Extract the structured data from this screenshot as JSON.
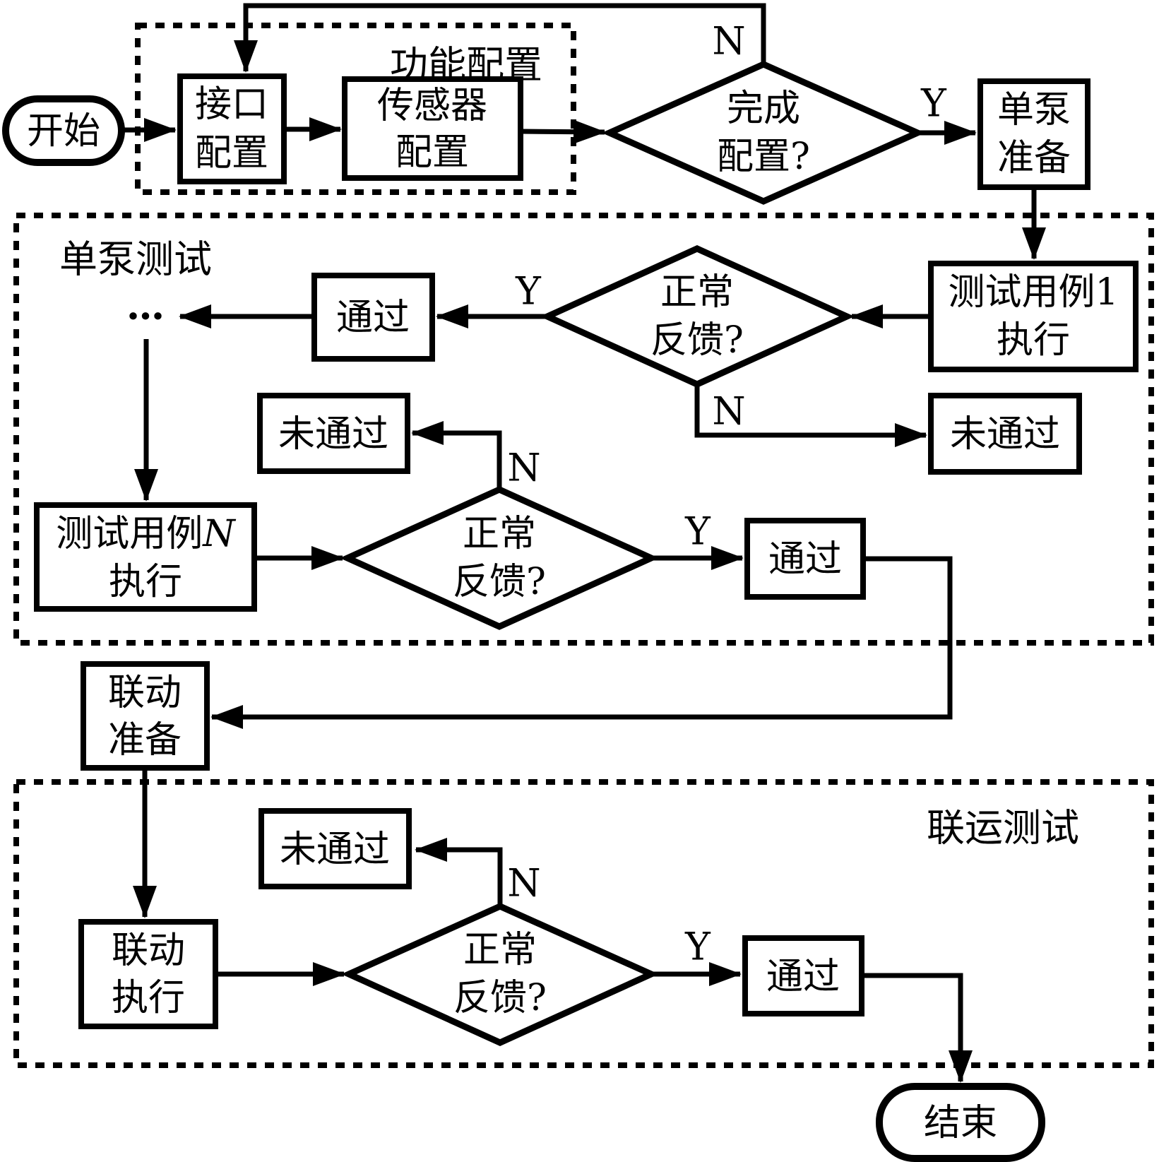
{
  "groups": {
    "function_config": "功能配置",
    "single_pump_test": "单泵测试",
    "linkage_test": "联运测试"
  },
  "nodes": {
    "start": "开始",
    "interface_config": {
      "line1": "接口",
      "line2": "配置"
    },
    "sensor_config": {
      "line1": "传感器",
      "line2": "配置"
    },
    "config_complete": {
      "line1": "完成",
      "line2": "配置?"
    },
    "single_pump_ready": {
      "line1": "单泵",
      "line2": "准备"
    },
    "test_case_1": {
      "line1": "测试用例1",
      "line2": "执行"
    },
    "normal_feedback_1": {
      "line1": "正常",
      "line2": "反馈?"
    },
    "pass_1": "通过",
    "fail_1": "未通过",
    "ellipsis": "···",
    "test_case_n": {
      "line1_prefix": "测试用例",
      "line1_n": "N",
      "line2": "执行"
    },
    "normal_feedback_2": {
      "line1": "正常",
      "line2": "反馈?"
    },
    "pass_2": "通过",
    "fail_2": "未通过",
    "linkage_ready": {
      "line1": "联动",
      "line2": "准备"
    },
    "linkage_exec": {
      "line1": "联动",
      "line2": "执行"
    },
    "normal_feedback_3": {
      "line1": "正常",
      "line2": "反馈?"
    },
    "pass_3": "通过",
    "fail_3": "未通过",
    "end": "结束"
  },
  "edge_labels": {
    "yes": "Y",
    "no": "N"
  },
  "colors": {
    "line": "#000000",
    "background": "#ffffff"
  }
}
